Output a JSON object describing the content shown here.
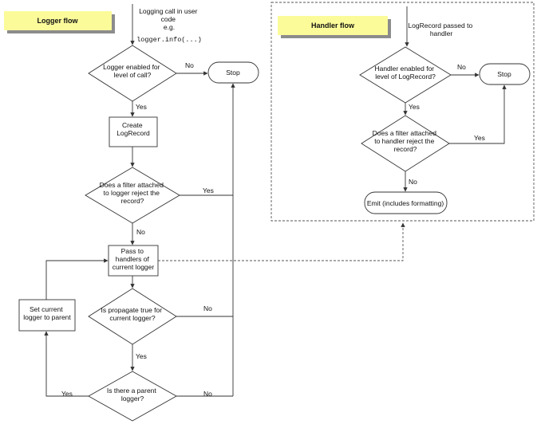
{
  "colors": {
    "title_fill": "#fbfb9a",
    "title_shadow": "#8c8c8c",
    "stroke": "#333333",
    "background": "#ffffff"
  },
  "logger_flow": {
    "title": "Logger flow",
    "start_lines": [
      "Logging call in user",
      "code",
      "e.g."
    ],
    "start_code": "logger.info(...)",
    "d_enabled": [
      "Logger enabled for",
      "level of call?"
    ],
    "p_create": [
      "Create",
      "LogRecord"
    ],
    "d_filter": [
      "Does a filter attached",
      "to logger reject the",
      "record?"
    ],
    "p_pass": [
      "Pass to",
      "handlers of",
      "current logger"
    ],
    "d_propagate": [
      "Is propagate true for",
      "current logger?"
    ],
    "d_parent": [
      "Is there a parent",
      "logger?"
    ],
    "p_set_parent": [
      "Set current",
      "logger to parent"
    ],
    "stop": "Stop",
    "label_no": "No",
    "label_yes": "Yes"
  },
  "handler_flow": {
    "title": "Handler flow",
    "start_lines": [
      "LogRecord passed to",
      "handler"
    ],
    "d_enabled": [
      "Handler enabled for",
      "level of LogRecord?"
    ],
    "d_filter": [
      "Does a filter attached",
      "to handler reject the",
      "record?"
    ],
    "t_emit": "Emit (includes formatting)",
    "stop": "Stop",
    "label_no": "No",
    "label_yes": "Yes"
  }
}
